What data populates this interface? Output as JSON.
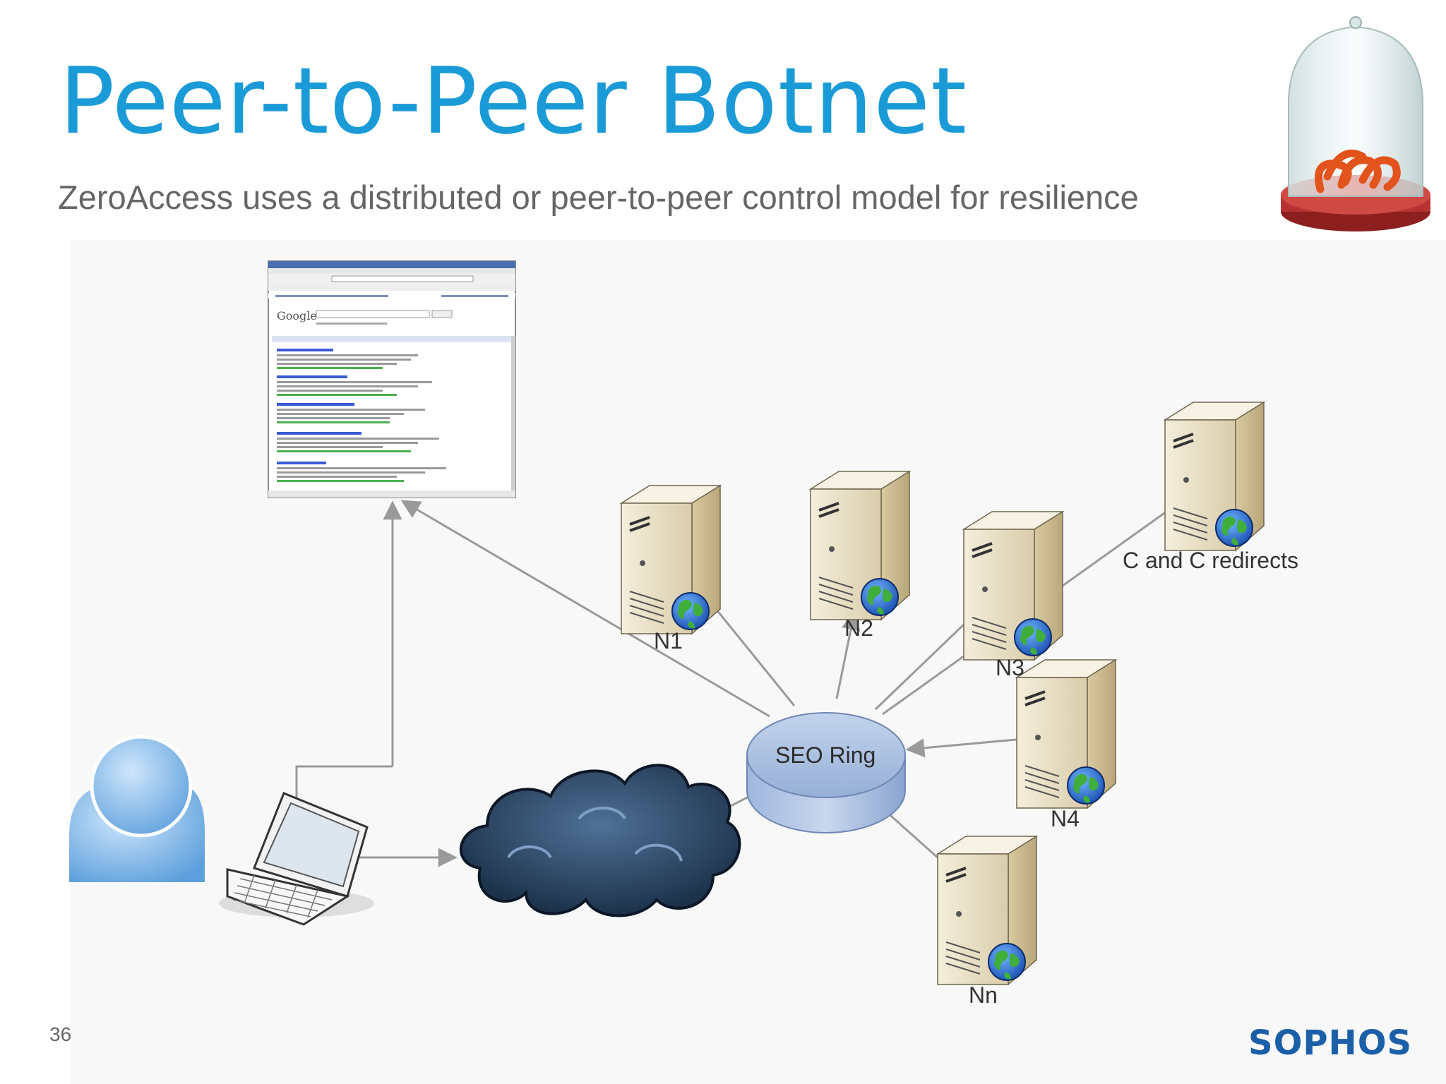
{
  "slide": {
    "title": "Peer-to-Peer Botnet",
    "subtitle": "ZeroAccess uses a distributed or peer-to-peer control model for resilience",
    "page_number": "36",
    "brand": "SOPHOS"
  },
  "diagram": {
    "ring_label": "SEO Ring",
    "nodes": [
      {
        "id": "n1",
        "label": "N1"
      },
      {
        "id": "n2",
        "label": "N2"
      },
      {
        "id": "n3",
        "label": "N3"
      },
      {
        "id": "n4",
        "label": "N4"
      },
      {
        "id": "nn",
        "label": "Nn"
      },
      {
        "id": "cc",
        "label": "C and C redirects"
      }
    ],
    "search_window": {
      "logo": "Google"
    }
  },
  "colors": {
    "title": "#1a9bd7",
    "subtitle": "#666666",
    "brand": "#1b5fa8",
    "ring": "#aabedd",
    "server": "#e6dcc0",
    "cloud": "#1f3a57",
    "connector": "#9a9a9a"
  }
}
